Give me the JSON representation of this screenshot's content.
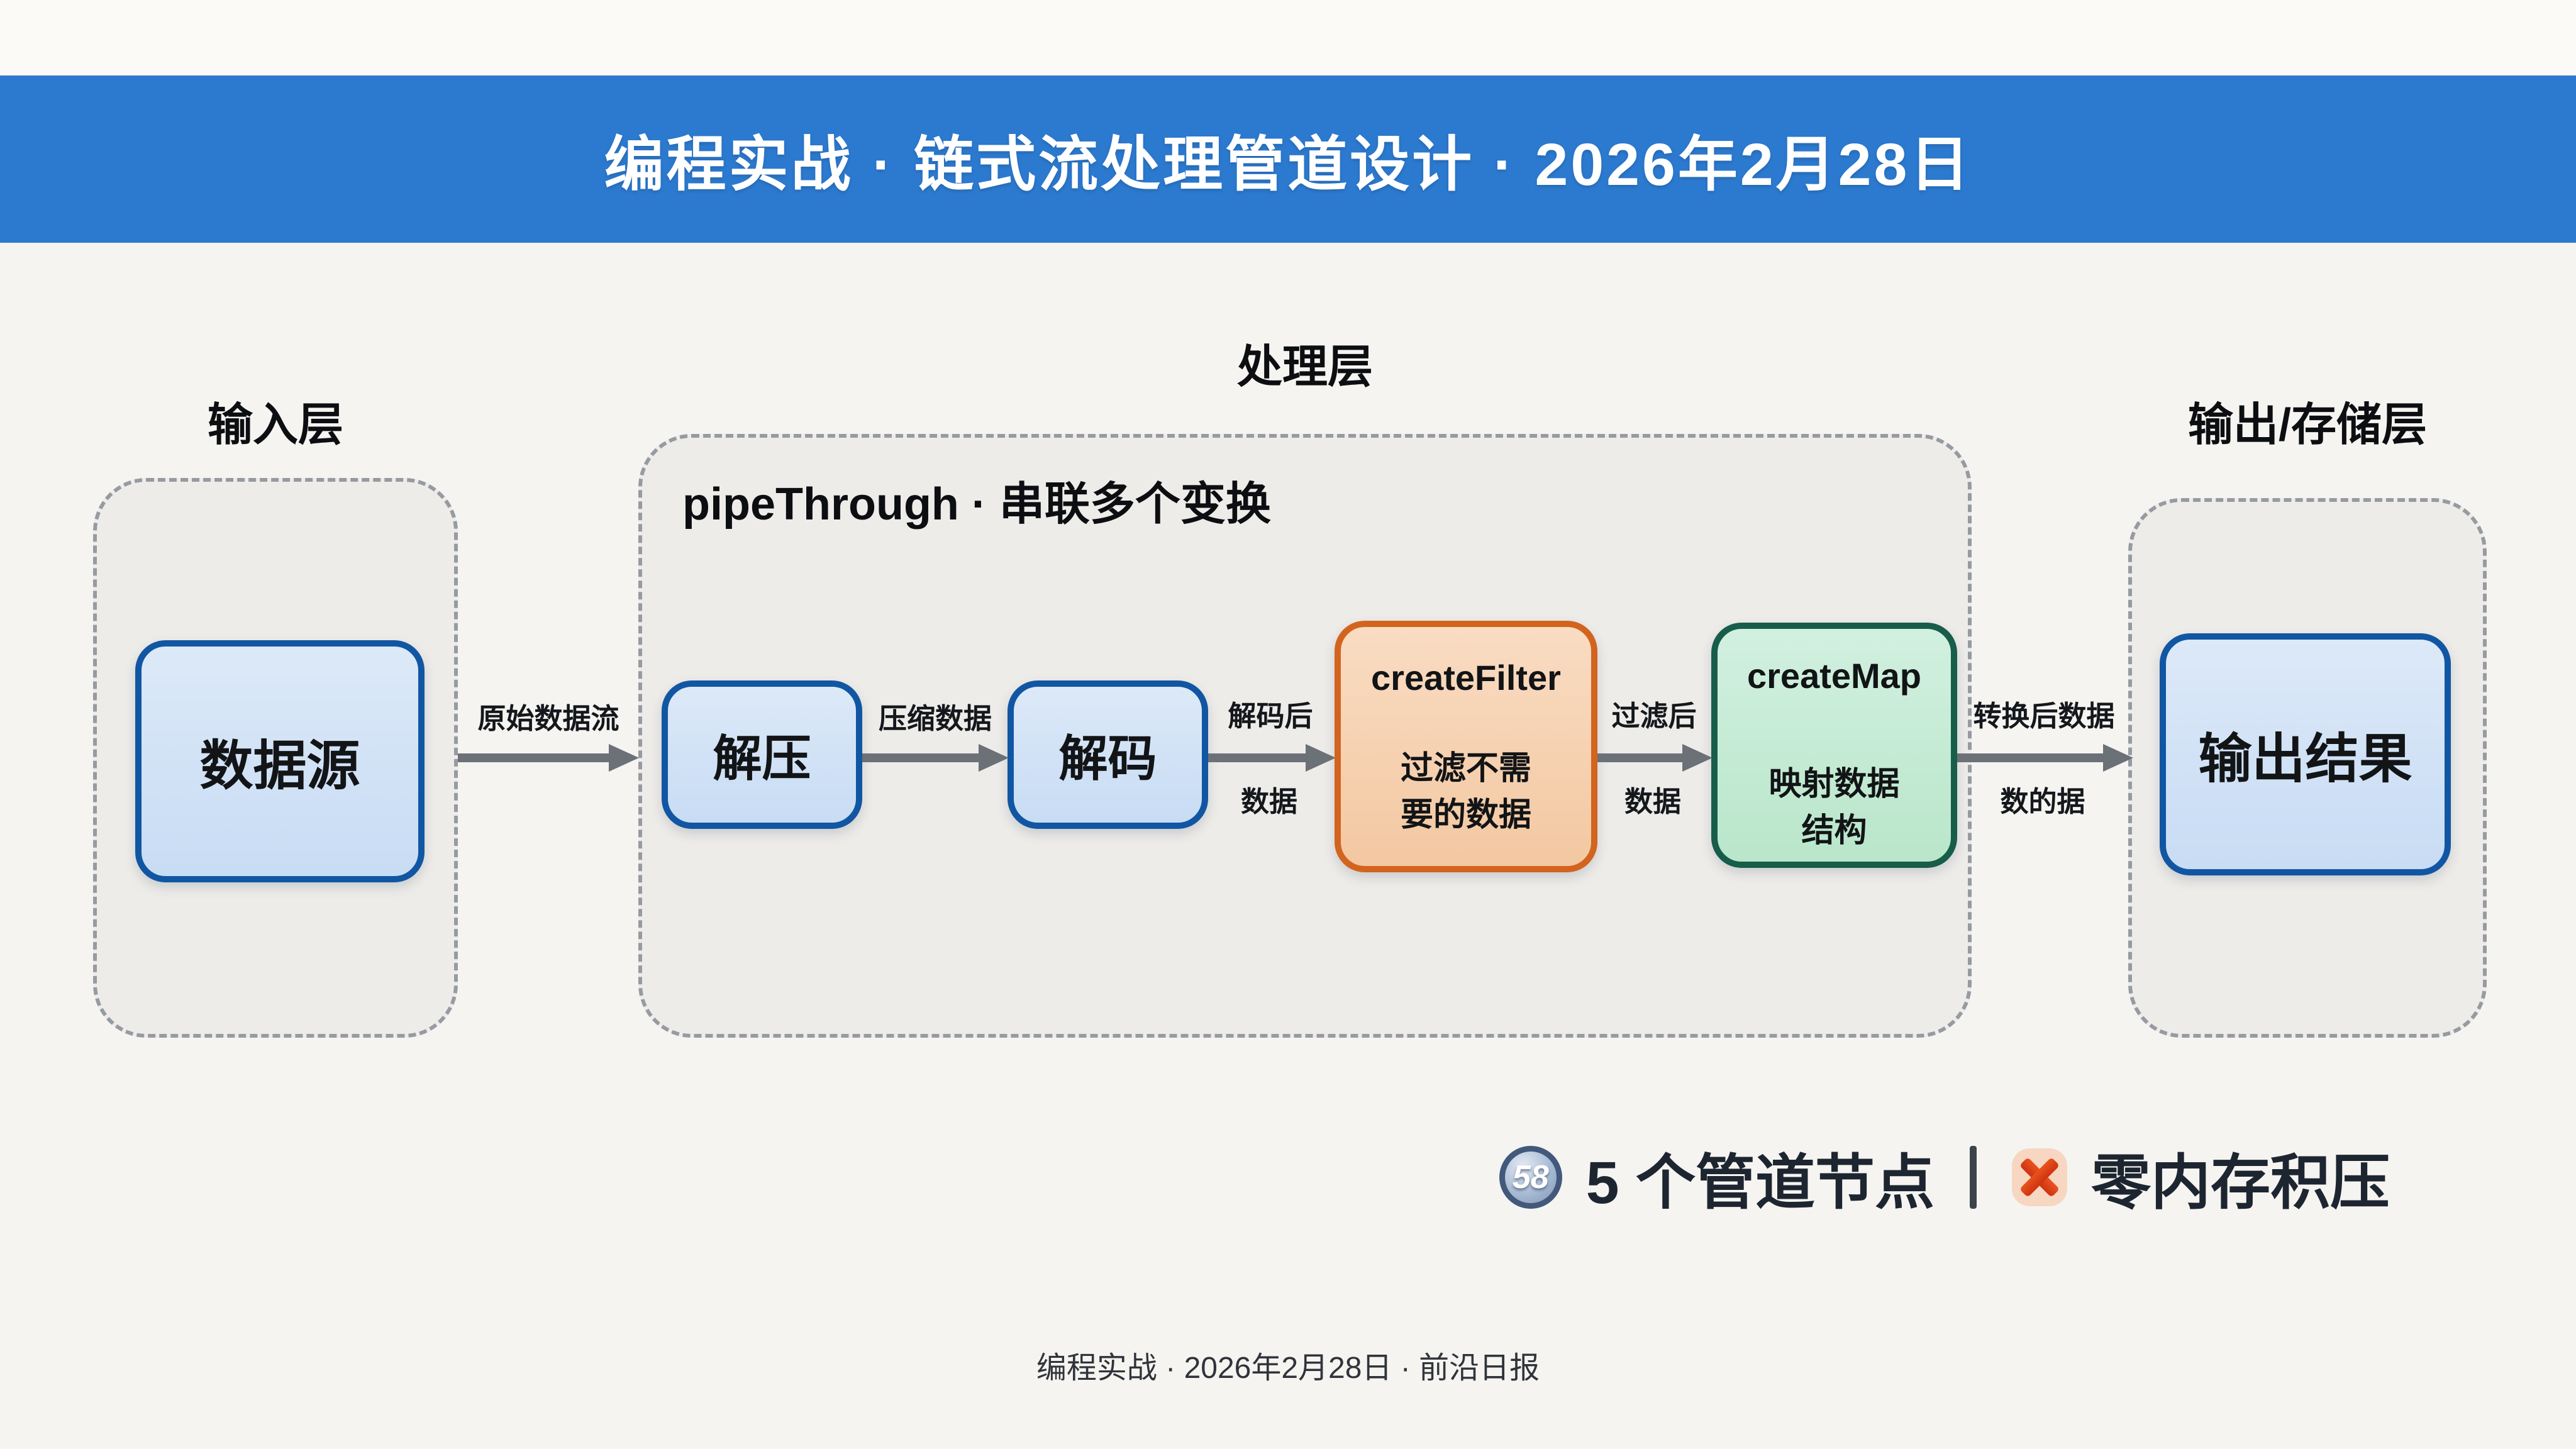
{
  "banner": {
    "title": "编程实战 · 链式流处理管道设计 · 2026年2月28日",
    "bg_color": "#2c7ad0"
  },
  "layers": {
    "input": "输入层",
    "process": "处理层",
    "output": "输出/存储层"
  },
  "process_group": {
    "title": "pipeThrough · 串联多个变换"
  },
  "nodes": {
    "datasource": "数据源",
    "decompress": "解压",
    "decode": "解码",
    "filter_title": "createFilter",
    "filter_desc": "过滤不需要的数据",
    "map_title": "createMap",
    "map_desc": "映射数据结构",
    "output": "输出结果"
  },
  "arrows": [
    {
      "top": "原始数据流",
      "bottom": ""
    },
    {
      "top": "压缩数据",
      "bottom": ""
    },
    {
      "top": "解码后",
      "bottom": "数据"
    },
    {
      "top": "过滤后",
      "bottom": "数据"
    },
    {
      "top": "转换后数据",
      "bottom": "数的据"
    }
  ],
  "stats": {
    "icon_glyph": "58",
    "node_count": "5 个管道节点",
    "divider": "|",
    "memory": "零内存积压"
  },
  "footer": {
    "text": "编程实战 · 2026年2月28日 · 前沿日报"
  },
  "colors": {
    "banner_bg": "#2c7ad0",
    "page_bg": "#f5f4f1",
    "group_bg": "#eeece9",
    "group_border": "#969ba1",
    "node_blue_border": "#1156a3",
    "node_blue_fill": "#cfdff5",
    "node_orange_border": "#d2641f",
    "node_orange_fill": "#f6cfae",
    "node_green_border": "#175d49",
    "node_green_fill": "#c3e9d2",
    "arrow": "#6b7177",
    "cross": "#da3a12",
    "stats_text": "#1d2530"
  }
}
